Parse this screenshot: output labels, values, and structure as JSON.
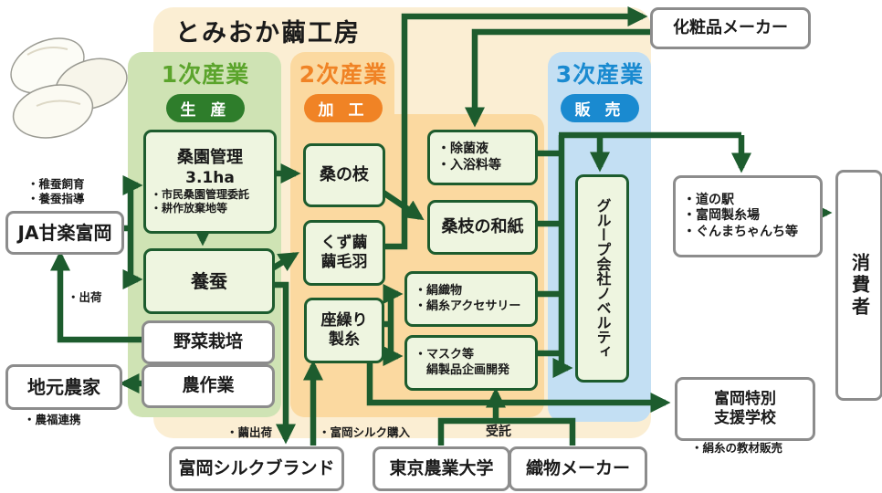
{
  "title": "とみおか繭工房",
  "sections": {
    "primary": {
      "name": "1次産業",
      "pill": "生 産"
    },
    "secondary": {
      "name": "2次産業",
      "pill": "加 工"
    },
    "tertiary": {
      "name": "3次産業",
      "pill": "販 売"
    }
  },
  "boxes": {
    "kuwaen": {
      "line1": "桑園管理",
      "line2": "3.1ha",
      "line3": "・市民桑園管理委託",
      "line4": "・耕作放棄地等"
    },
    "yosan": {
      "label": "養蚕"
    },
    "yasai": {
      "label": "野菜栽培"
    },
    "nosagyo": {
      "label": "農作業"
    },
    "kuwanoeda": {
      "label": "桑の枝"
    },
    "kuzumayu": {
      "line1": "くず繭",
      "line2": "繭毛羽"
    },
    "zaguri": {
      "line1": "座繰り",
      "line2": "製糸"
    },
    "jokin": {
      "line1": "・除菌液",
      "line2": "・入浴料等"
    },
    "washi": {
      "label": "桑枝の和紙"
    },
    "kinuori": {
      "line1": "・絹織物",
      "line2": "・絹糸アクセサリー"
    },
    "mask": {
      "line1": "・マスク等",
      "line2": "　絹製品企画開発"
    },
    "novelty": {
      "label": "グループ会社ノベルティ"
    },
    "keshohin": {
      "label": "化粧品メーカー"
    },
    "ja": {
      "label": "JA甘楽富岡"
    },
    "jimoto": {
      "label": "地元農家"
    },
    "michinoeki": {
      "line1": "・道の駅",
      "line2": "・富岡製糸場",
      "line3": "・ぐんまちゃんち等"
    },
    "shohisha": {
      "label": "消費者"
    },
    "shien": {
      "line1": "富岡特別",
      "line2": "支援学校"
    },
    "silkbrand": {
      "label": "富岡シルクブランド"
    },
    "nodai": {
      "label": "東京農業大学"
    },
    "orimono": {
      "label": "織物メーカー"
    }
  },
  "annotations": {
    "chisan1": "・稚蚕飼育",
    "chisan2": "・養蚕指導",
    "shukka": "・出荷",
    "nofuku": "・農福連携",
    "mayu_shukka": "・繭出荷",
    "silk_konyu": "・富岡シルク購入",
    "jutaku": "受託",
    "kyozai": "・絹糸の教材販売"
  },
  "colors": {
    "arrow_green": "#1d5c2e",
    "zone_green": "#cfe3b4",
    "zone_orange": "#fbd9a0",
    "zone_blue": "#c3dff3",
    "zone_cream": "#fbeed3",
    "inner_box_fill": "#eef5e0",
    "outer_box_border": "#8c8c8c",
    "primary_accent": "#5ba42c",
    "primary_pill": "#2e7d2b",
    "secondary_accent": "#f08325",
    "tertiary_accent": "#1a8ad0"
  }
}
